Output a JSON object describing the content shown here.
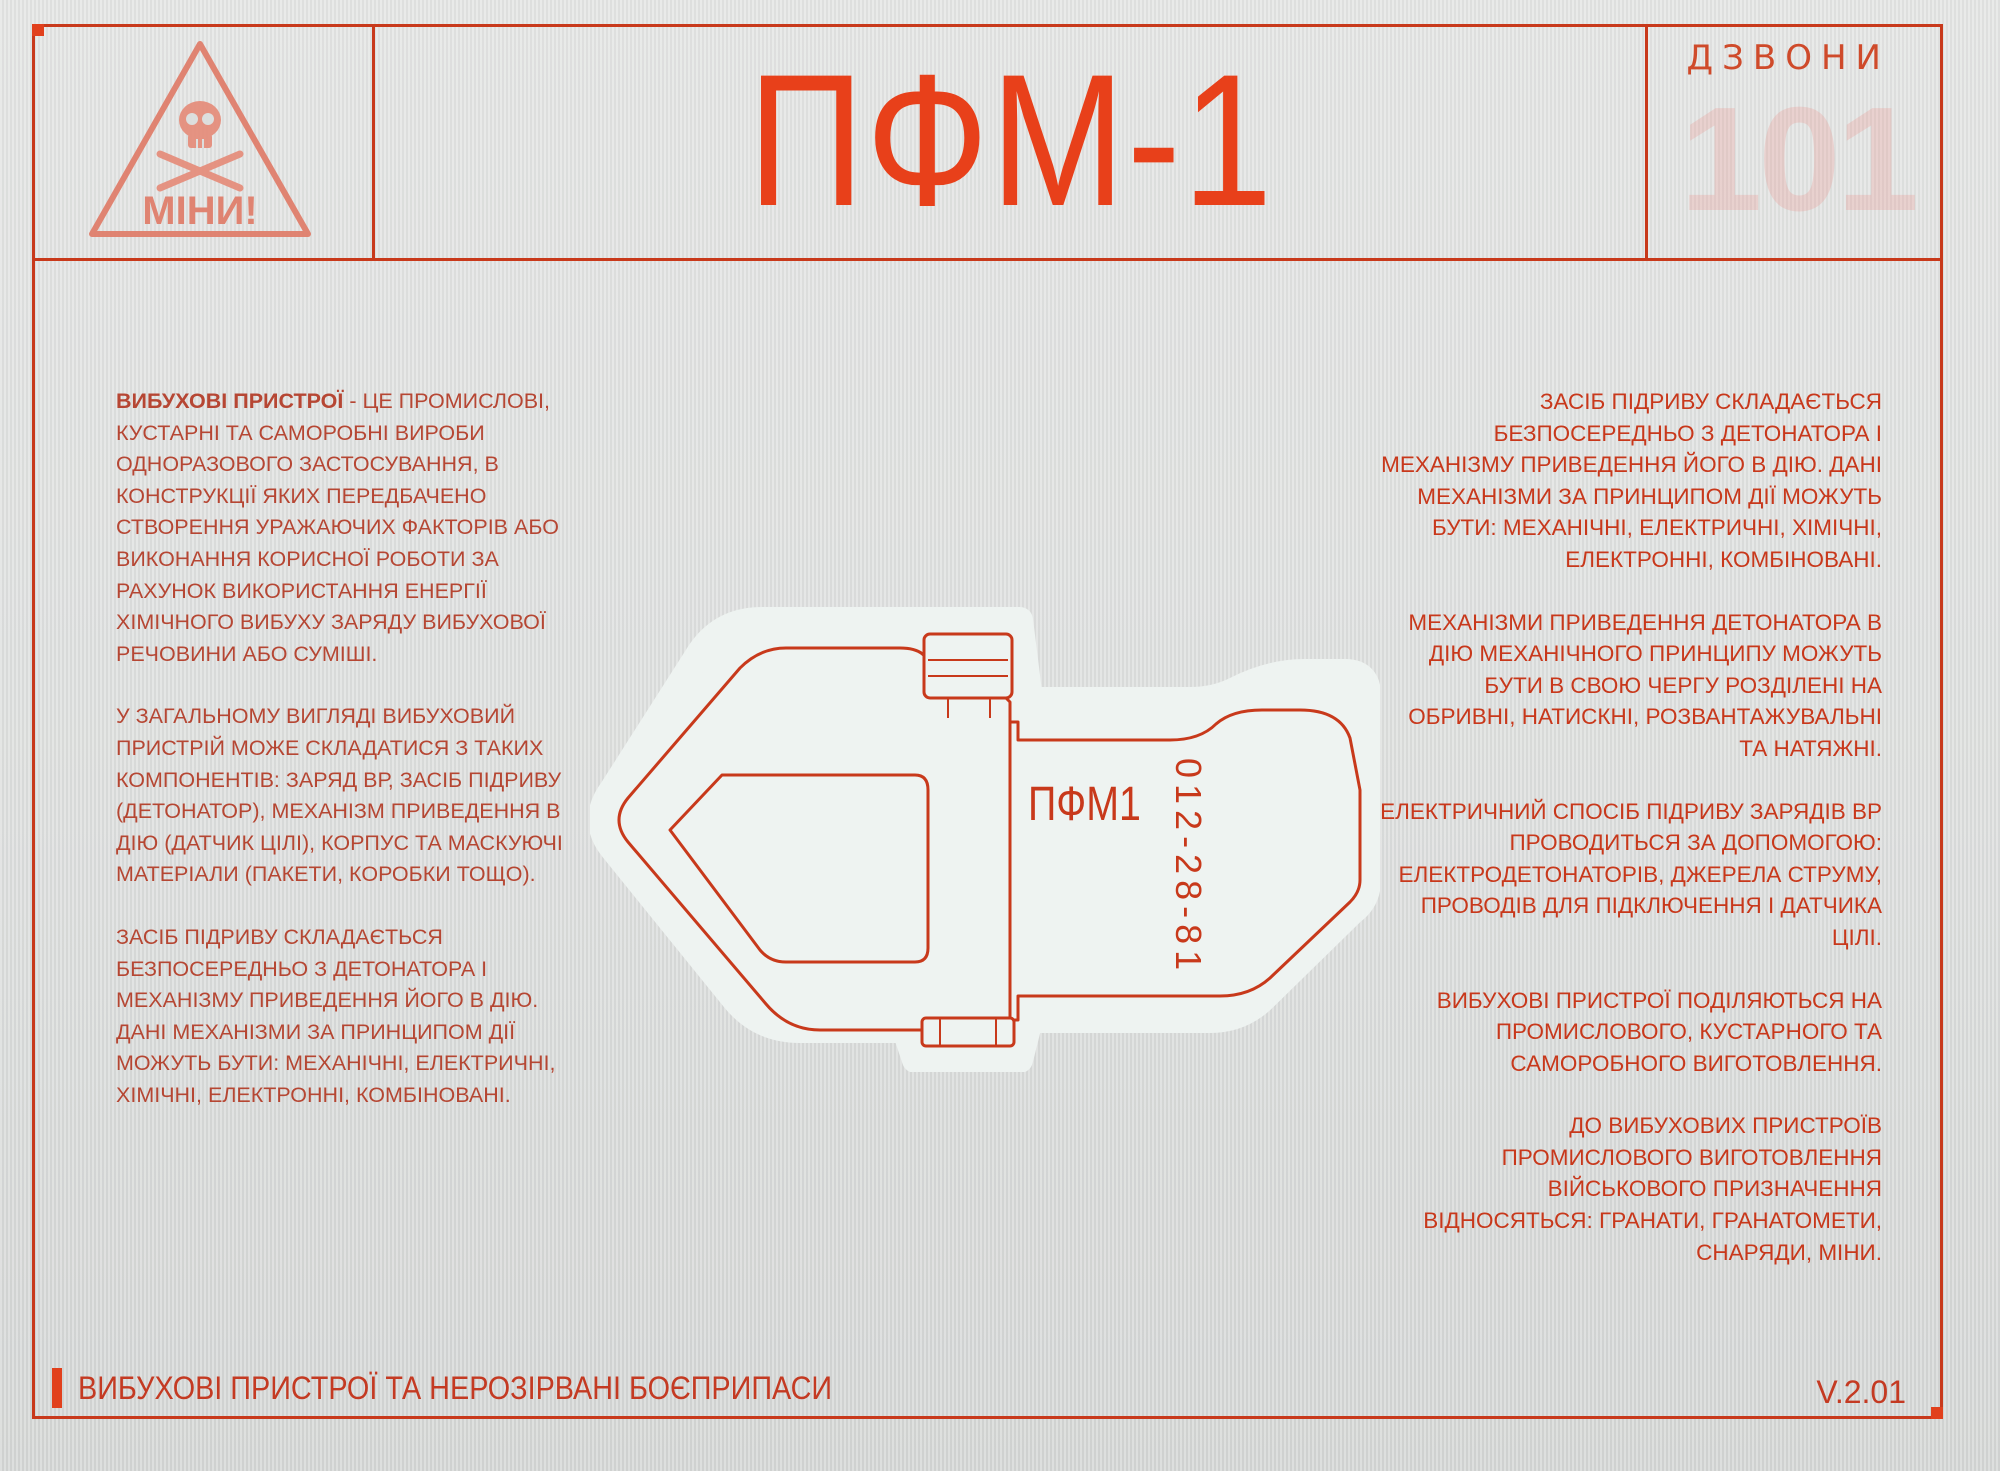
{
  "header": {
    "logo_text": "МІНИ!",
    "title": "ПФМ-1",
    "call_label": "ДЗВОНИ",
    "call_number": "101"
  },
  "left_column": {
    "p1_lead": "ВИБУХОВІ ПРИСТРОЇ",
    "p1_rest": " - ЦЕ ПРОМИСЛОВІ, КУСТАРНІ ТА САМОРОБНІ ВИРОБИ ОДНОРАЗОВОГО ЗАСТОСУВАННЯ, В КОНСТРУКЦІЇ ЯКИХ ПЕРЕДБАЧЕНО СТВОРЕННЯ УРАЖАЮЧИХ ФАКТОРІВ АБО ВИКОНАННЯ КОРИСНОЇ РОБОТИ ЗА РАХУНОК ВИКОРИСТАННЯ ЕНЕРГІЇ ХІМІЧНОГО ВИБУХУ ЗАРЯДУ ВИБУХОВОЇ РЕЧОВИНИ АБО СУМІШІ.",
    "p2": "У ЗАГАЛЬНОМУ ВИГЛЯДІ ВИБУХОВИЙ ПРИСТРІЙ МОЖЕ СКЛАДАТИСЯ З ТАКИХ КОМПОНЕНТІВ: ЗАРЯД ВР, ЗАСІБ ПІДРИВУ (ДЕТОНАТОР), МЕХАНІЗМ ПРИВЕДЕННЯ В ДІЮ (ДАТЧИК ЦІЛІ), КОРПУС ТА МАСКУЮЧІ МАТЕРІАЛИ (ПАКЕТИ, КОРОБКИ ТОЩО).",
    "p3": "ЗАСІБ ПІДРИВУ СКЛАДАЄТЬСЯ БЕЗПОСЕРЕДНЬО З ДЕТОНАТОРА І МЕХАНІЗМУ ПРИВЕДЕННЯ ЙОГО В ДІЮ. ДАНІ МЕХАНІЗМИ ЗА ПРИНЦИПОМ ДІЇ МОЖУТЬ БУТИ: МЕХАНІЧНІ, ЕЛЕКТРИЧНІ, ХІМІЧНІ, ЕЛЕКТРОННІ, КОМБІНОВАНІ."
  },
  "right_column": {
    "p1": "ЗАСІБ ПІДРИВУ СКЛАДАЄТЬСЯ БЕЗПОСЕРЕДНЬО З ДЕТОНАТОРА І МЕХАНІЗМУ ПРИВЕДЕННЯ ЙОГО В ДІЮ. ДАНІ МЕХАНІЗМИ ЗА ПРИНЦИПОМ ДІЇ МОЖУТЬ БУТИ: МЕХАНІЧНІ, ЕЛЕКТРИЧНІ, ХІМІЧНІ, ЕЛЕКТРОННІ, КОМБІНОВАНІ.",
    "p2": "МЕХАНІЗМИ ПРИВЕДЕННЯ ДЕТОНАТОРА В ДІЮ МЕХАНІЧНОГО ПРИНЦИПУ МОЖУТЬ БУТИ В СВОЮ ЧЕРГУ РОЗДІЛЕНІ НА ОБРИВНІ, НАТИСКНІ, РОЗВАНТАЖУВАЛЬНІ ТА НАТЯЖНІ.",
    "p3": "ЕЛЕКТРИЧНИЙ СПОСІБ ПІДРИВУ ЗАРЯДІВ ВР ПРОВОДИТЬСЯ ЗА ДОПОМОГОЮ: ЕЛЕКТРОДЕТОНАТОРІВ, ДЖЕРЕЛА СТРУМУ, ПРОВОДІВ ДЛЯ ПІДКЛЮЧЕННЯ І ДАТЧИКА ЦІЛІ.",
    "p4": "ВИБУХОВІ ПРИСТРОЇ ПОДІЛЯЮТЬСЯ НА ПРОМИСЛОВОГО, КУСТАРНОГО ТА САМОРОБНОГО ВИГОТОВЛЕННЯ.",
    "p5": "ДО ВИБУХОВИХ ПРИСТРОЇВ ПРОМИСЛОВОГО ВИГОТОВЛЕННЯ ВІЙСЬКОВОГО ПРИЗНАЧЕННЯ ВІДНОСЯТЬСЯ: ГРАНАТИ, ГРАНАТОМЕТИ, СНАРЯДИ, МІНИ."
  },
  "device": {
    "label": "ПФМ1",
    "number": "012-28-81"
  },
  "footer": {
    "section_title": "ВИБУХОВІ ПРИСТРОЇ ТА НЕРОЗІРВАНІ БОЄПРИПАСИ",
    "version": "V.2.01"
  },
  "colors": {
    "accent": "#e8401a",
    "line": "#c8391b",
    "background": "#dcdedd"
  }
}
